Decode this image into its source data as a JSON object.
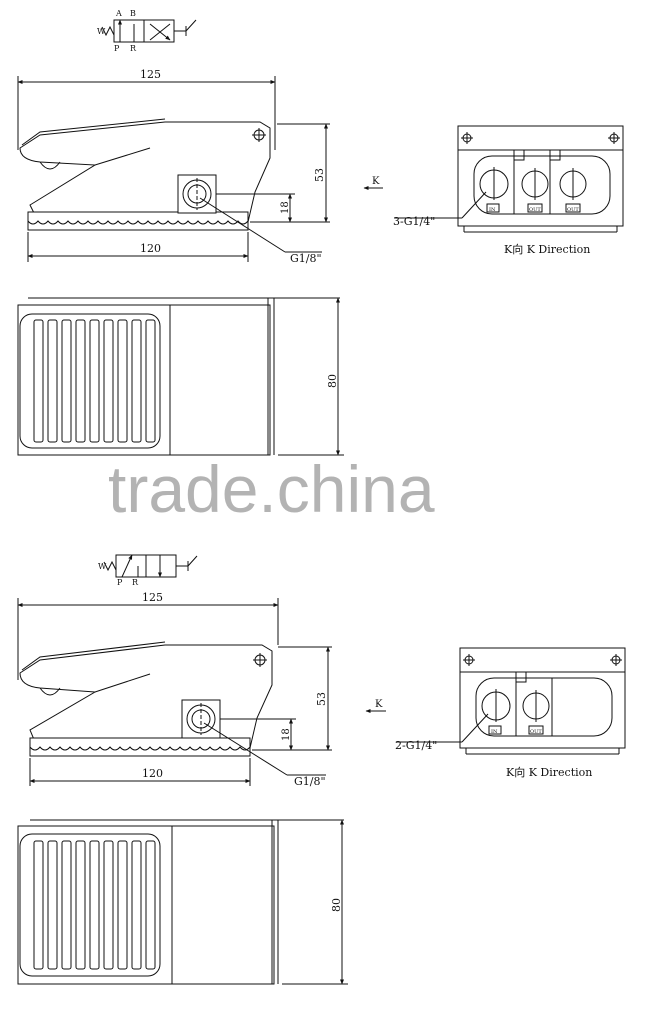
{
  "views": [
    {
      "id": "three-port",
      "symbol": {
        "port_a": "A",
        "port_b": "B",
        "port_w": "W",
        "port_p": "P",
        "port_r": "R"
      },
      "side": {
        "dim_length_top": "125",
        "dim_length_bottom": "120",
        "dim_height": "53",
        "dim_port_height": "18",
        "port_callout": "G1/8\""
      },
      "k_view": {
        "k_arrow_label": "K",
        "port_callout": "3-G1/4\"",
        "caption": "K向 K Direction",
        "port_tags": [
          "IN",
          "OUT",
          "OUT"
        ]
      },
      "plan": {
        "dim_width": "80"
      }
    },
    {
      "id": "two-port",
      "symbol": {
        "port_w": "W",
        "port_p": "P",
        "port_r": "R"
      },
      "side": {
        "dim_length_top": "125",
        "dim_length_bottom": "120",
        "dim_height": "53",
        "dim_port_height": "18",
        "port_callout": "G1/8\""
      },
      "k_view": {
        "k_arrow_label": "K",
        "port_callout": "2-G1/4\"",
        "caption": "K向 K Direction",
        "port_tags": [
          "IN",
          "OUT"
        ]
      },
      "plan": {
        "dim_width": "80"
      }
    }
  ],
  "watermark": "trade.china"
}
